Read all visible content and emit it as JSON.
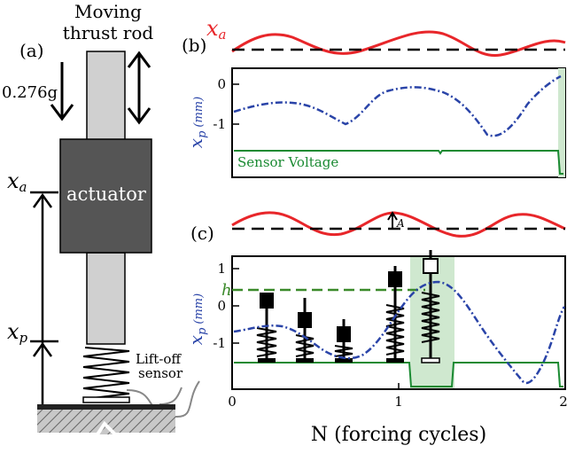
{
  "panel_a": {
    "label": "(a)",
    "rod_title_line1": "Moving",
    "rod_title_line2": "thrust rod",
    "accel_label": "0.276g",
    "actuator_label": "actuator",
    "xa_label": "x",
    "xa_sub": "a",
    "xp_label": "x",
    "xp_sub": "p",
    "sensor_line1": "Lift-off",
    "sensor_line2": "sensor",
    "colors": {
      "actuator": "#555555",
      "rod": "#d0d0d0",
      "ground": "#999999"
    }
  },
  "panel_b": {
    "label": "(b)",
    "xa_label": "x",
    "xa_sub": "a",
    "yaxis_label": "x",
    "yaxis_sub": "p",
    "yaxis_unit": "(mm)",
    "yticks": [
      "0",
      "-1"
    ],
    "sensor_label": "Sensor Voltage"
  },
  "panel_c": {
    "label": "(c)",
    "amp_label": "A",
    "h_label": "h",
    "yaxis_label": "x",
    "yaxis_sub": "p",
    "yaxis_unit": "(mm)",
    "yticks": [
      "1",
      "0",
      "-1"
    ],
    "xticks": [
      "0",
      "1",
      "2"
    ],
    "xaxis_label": "N (forcing cycles)"
  },
  "colors": {
    "xa_curve": "#e8262a",
    "xp_curve": "#2a44a8",
    "sensor": "#1a8a32",
    "highlight": "#cfe8cf",
    "h_line": "#3b8a2a"
  }
}
